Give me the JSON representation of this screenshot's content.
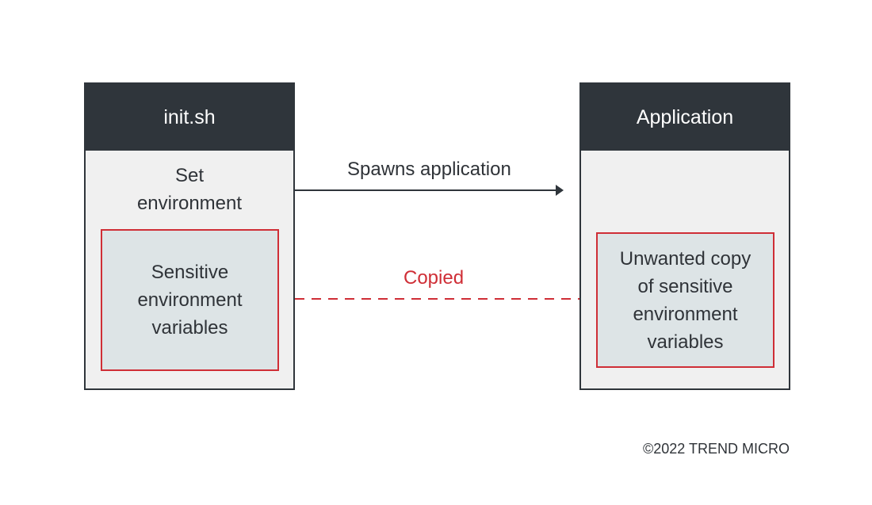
{
  "left_box": {
    "title": "init.sh",
    "subtitle_lines": [
      "Set",
      "environment"
    ],
    "inner_lines": [
      "Sensitive",
      "environment",
      "variables"
    ]
  },
  "right_box": {
    "title": "Application",
    "inner_lines": [
      "Unwanted copy",
      "of sensitive",
      "environment",
      "variables"
    ]
  },
  "connections": {
    "spawn_label": "Spawns application",
    "copied_label": "Copied"
  },
  "colors": {
    "header": "#2f353b",
    "accent_red": "#cf2e36",
    "box_fill": "#f0f0f0",
    "inner_fill": "#dde4e6"
  },
  "footer": {
    "copyright": "©2022 TREND MICRO"
  }
}
